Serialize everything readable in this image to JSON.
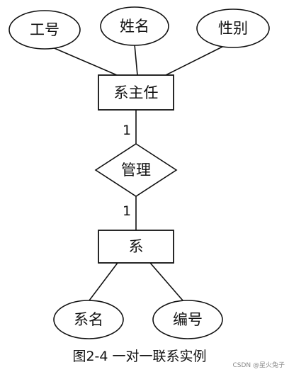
{
  "attributes_top": {
    "employee_id": "工号",
    "name": "姓名",
    "gender": "性别"
  },
  "entity_dept_head": "系主任",
  "relationship": "管理",
  "cardinality": {
    "top": "1",
    "bottom": "1"
  },
  "entity_dept": "系",
  "attributes_bottom": {
    "dept_name": "系名",
    "dept_no": "编号"
  },
  "caption": "图2-4 一对一联系实例",
  "watermark": "CSDN @星火兔子"
}
